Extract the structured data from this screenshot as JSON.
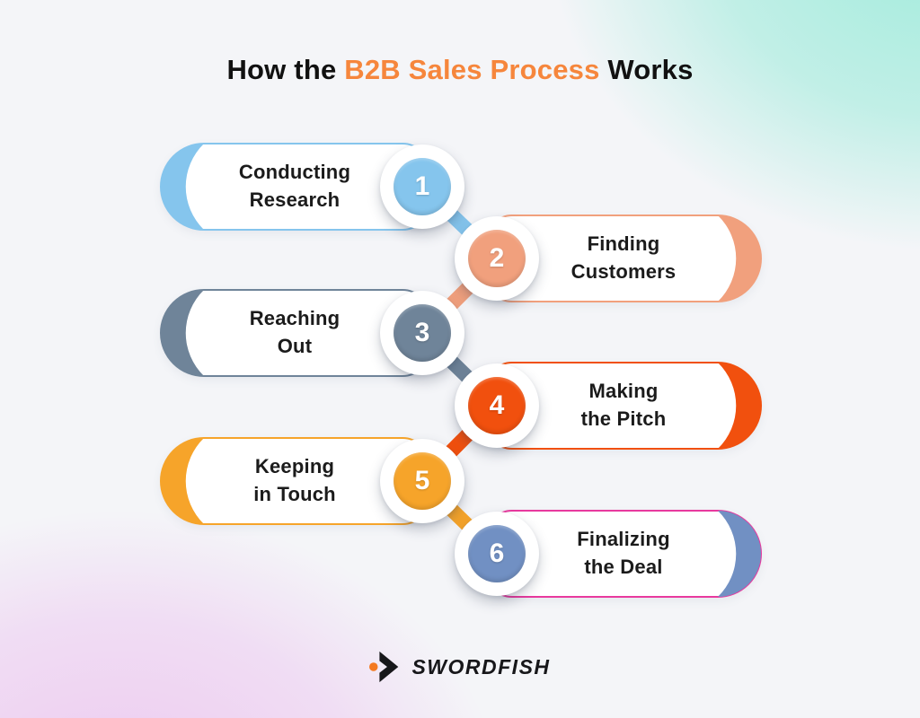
{
  "title": {
    "prefix": "How the",
    "highlight": "B2B Sales Process",
    "suffix": "Works",
    "highlight_color": "#F6863C",
    "text_color": "#111111"
  },
  "steps": [
    {
      "number": "1",
      "line1": "Conducting",
      "line2": "Research",
      "side": "left",
      "color": "#85C5ED",
      "outline": "#85C5ED"
    },
    {
      "number": "2",
      "line1": "Finding",
      "line2": "Customers",
      "side": "right",
      "color": "#F1A07D",
      "outline": "#F1A07D"
    },
    {
      "number": "3",
      "line1": "Reaching",
      "line2": "Out",
      "side": "left",
      "color": "#6F8499",
      "outline": "#6F8499"
    },
    {
      "number": "4",
      "line1": "Making",
      "line2": "the Pitch",
      "side": "right",
      "color": "#F1500E",
      "outline": "#F1500E"
    },
    {
      "number": "5",
      "line1": "Keeping",
      "line2": "in Touch",
      "side": "left",
      "color": "#F6A42A",
      "outline": "#F6A42A"
    },
    {
      "number": "6",
      "line1": "Finalizing",
      "line2": "the Deal",
      "side": "right",
      "color": "#7190C3",
      "outline": "#E8399E"
    }
  ],
  "footer": {
    "brand": "SWORDFISH",
    "accent_color": "#F47920",
    "mark_color": "#17171A"
  },
  "background": {
    "base": "#F4F5F8",
    "teal_blob": "#9FEBDB",
    "purple_blob": "#EDC9F0"
  }
}
